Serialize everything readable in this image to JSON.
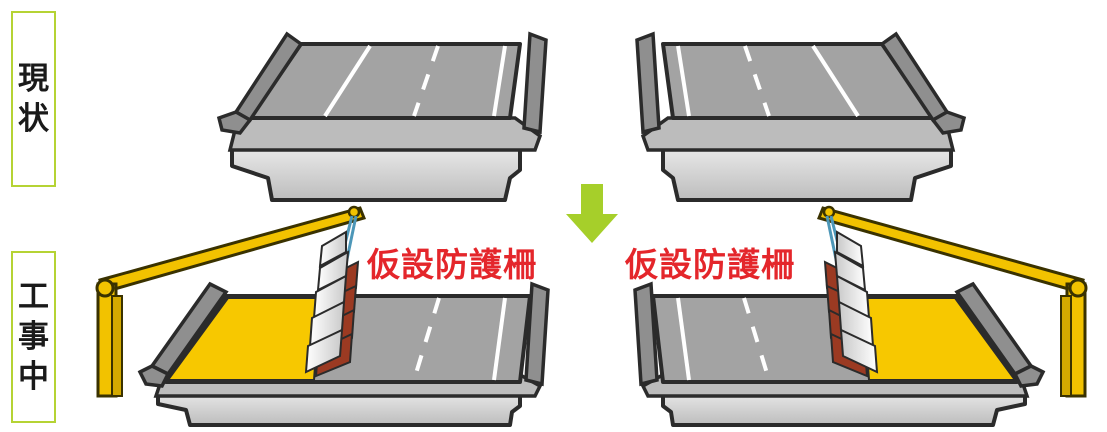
{
  "labels": {
    "current": [
      "現",
      "状"
    ],
    "construction": [
      "工",
      "事",
      "中"
    ]
  },
  "annotations": {
    "fence_left": "仮設防護柵",
    "fence_right": "仮設防護柵"
  },
  "colors": {
    "label_border": "#b5d334",
    "arrow": "#a6cf2a",
    "road": "#a3a3a3",
    "road_outline": "#2b2b2b",
    "lane_marking": "#ffffff",
    "work_zone": "#f7c800",
    "frame": "#f2c200",
    "frame_outline": "#3a3200",
    "fence_label": "#e4262b",
    "fence_cable": "#4d97b8",
    "fence_concrete": "#9b3a22"
  },
  "icons": {
    "transition": "down-arrow-icon"
  }
}
